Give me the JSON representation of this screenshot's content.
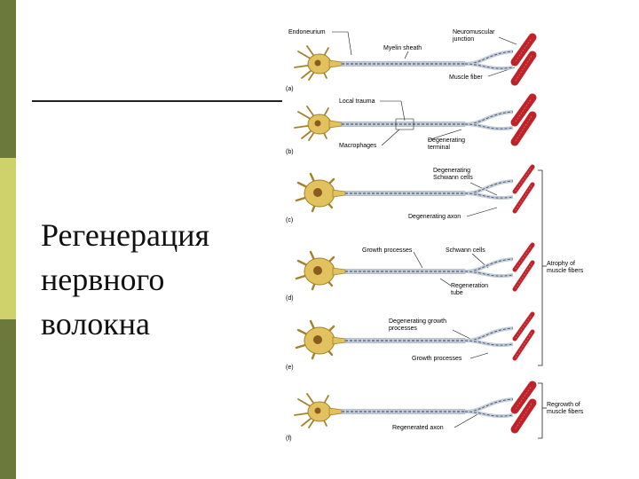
{
  "slide": {
    "title_lines": [
      "Регенерация",
      "нервного",
      "волокна"
    ]
  },
  "colors": {
    "bar_dark": "#6b7a3c",
    "bar_light": "#cfd26a",
    "neuron_fill": "#e2c25e",
    "neuron_stroke": "#a4822a",
    "nucleus": "#8a5a1e",
    "axon": "#c4ccd8",
    "axon_dash": "#4a5d7a",
    "muscle": "#c0222a",
    "label": "#111111"
  },
  "figure": {
    "panels": [
      {
        "id": "a",
        "letter": "(a)",
        "labels": [
          {
            "key": "endoneurium",
            "text": "Endoneurium"
          },
          {
            "key": "myelin",
            "text": "Myelin sheath"
          },
          {
            "key": "nmj1",
            "text": "Neuromuscular"
          },
          {
            "key": "nmj2",
            "text": "junction"
          },
          {
            "key": "muscle",
            "text": "Muscle fiber"
          }
        ]
      },
      {
        "id": "b",
        "letter": "(b)",
        "labels": [
          {
            "key": "trauma",
            "text": "Local trauma"
          },
          {
            "key": "macro",
            "text": "Macrophages"
          },
          {
            "key": "degen1",
            "text": "Degenerating"
          },
          {
            "key": "degen2",
            "text": "terminal"
          }
        ]
      },
      {
        "id": "c",
        "letter": "(c)",
        "labels": [
          {
            "key": "schw1",
            "text": "Degenerating"
          },
          {
            "key": "schw2",
            "text": "Schwann cells"
          },
          {
            "key": "axon",
            "text": "Degenerating axon"
          }
        ]
      },
      {
        "id": "d",
        "letter": "(d)",
        "labels": [
          {
            "key": "growth",
            "text": "Growth processes"
          },
          {
            "key": "schwann",
            "text": "Schwann cells"
          },
          {
            "key": "tube1",
            "text": "Regeneration"
          },
          {
            "key": "tube2",
            "text": "tube"
          }
        ]
      },
      {
        "id": "e",
        "letter": "(e)",
        "labels": [
          {
            "key": "dg1",
            "text": "Degenerating growth"
          },
          {
            "key": "dg2",
            "text": "processes"
          },
          {
            "key": "gp",
            "text": "Growth processes"
          }
        ]
      },
      {
        "id": "f",
        "letter": "(f)",
        "labels": [
          {
            "key": "regenaxon",
            "text": "Regenerated axon"
          }
        ]
      }
    ],
    "side_labels": [
      {
        "key": "atrophy",
        "lines": [
          "Atrophy of",
          "muscle fibers"
        ]
      },
      {
        "key": "regrowth",
        "lines": [
          "Regrowth of",
          "muscle fibers"
        ]
      }
    ]
  }
}
